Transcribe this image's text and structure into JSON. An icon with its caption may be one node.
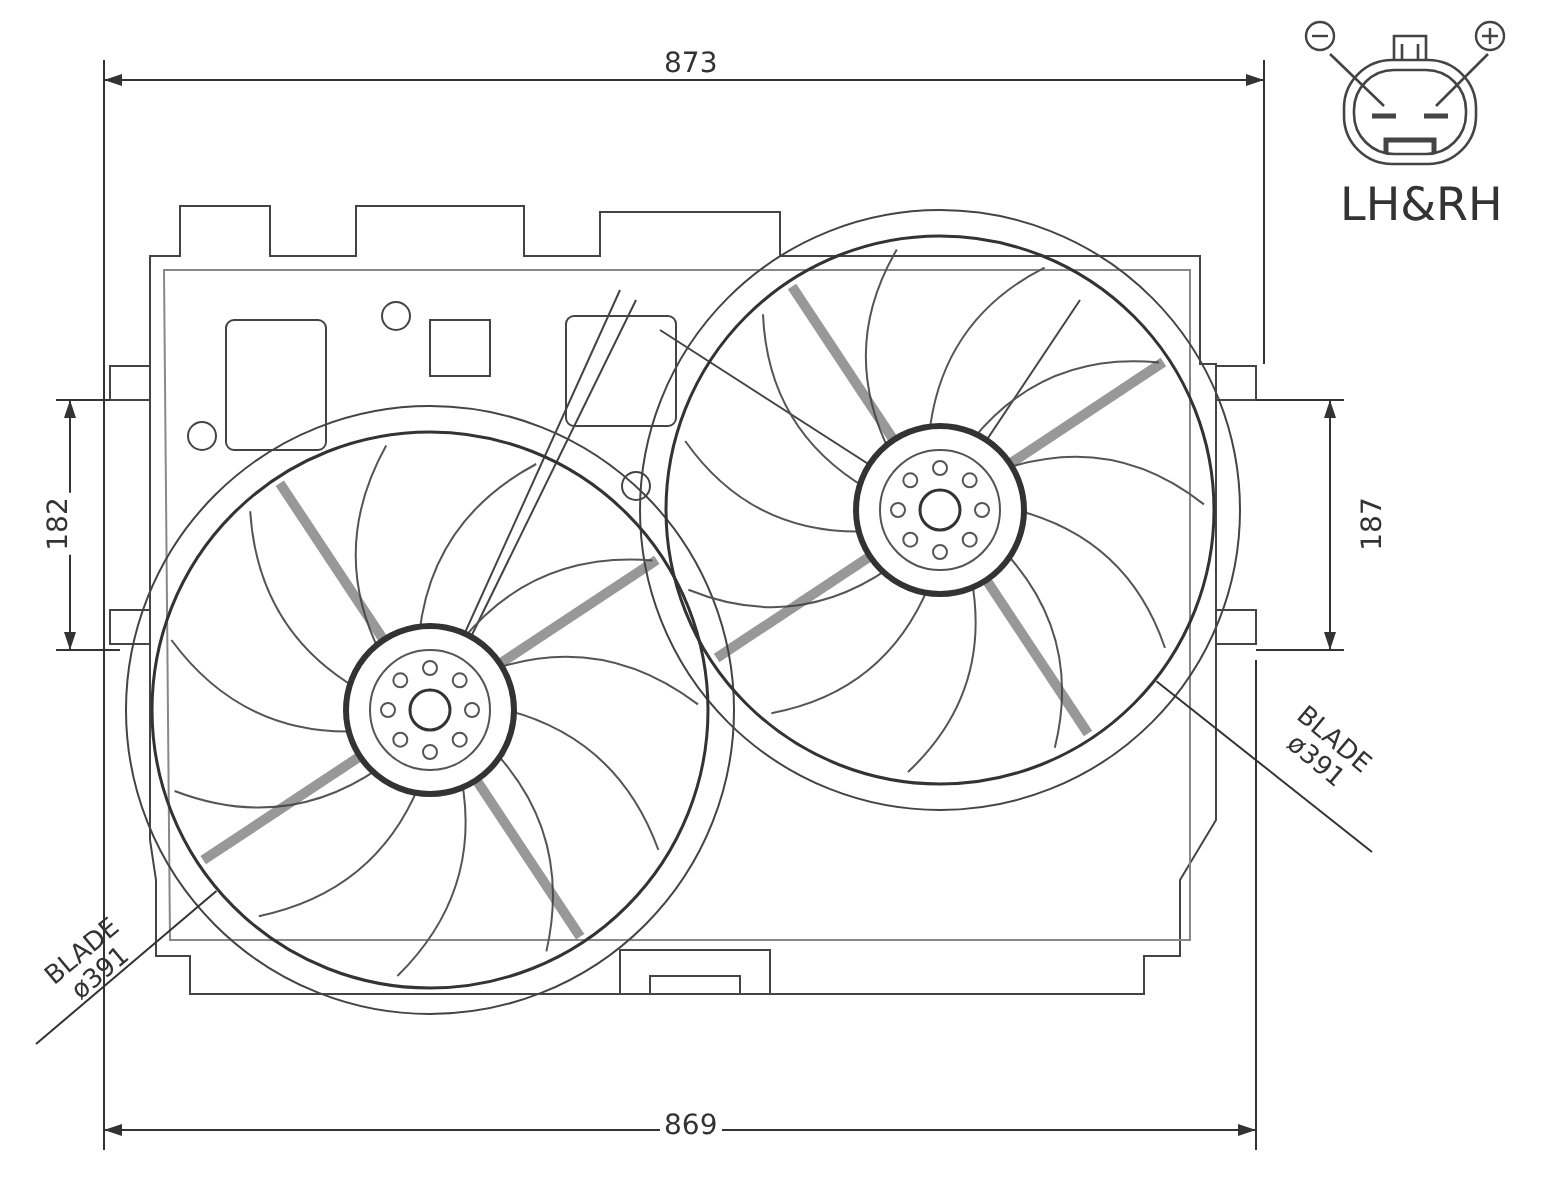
{
  "diagram": {
    "nodes": [
      {
        "text": [],
        "shape": "circle"
      },
      {
        "text": [],
        "shape": "circle"
      },
      {
        "text": [
          "BLADE ø391"
        ]
      },
      {
        "text": [
          "BLADE ø391"
        ]
      }
    ],
    "edges": [
      {
        "from": 2,
        "to": 0,
        "arrow": "none"
      },
      {
        "from": 3,
        "to": 1,
        "arrow": "none"
      }
    ],
    "labels": [
      "873",
      "LH&RH",
      "182",
      "187",
      "869"
    ]
  }
}
